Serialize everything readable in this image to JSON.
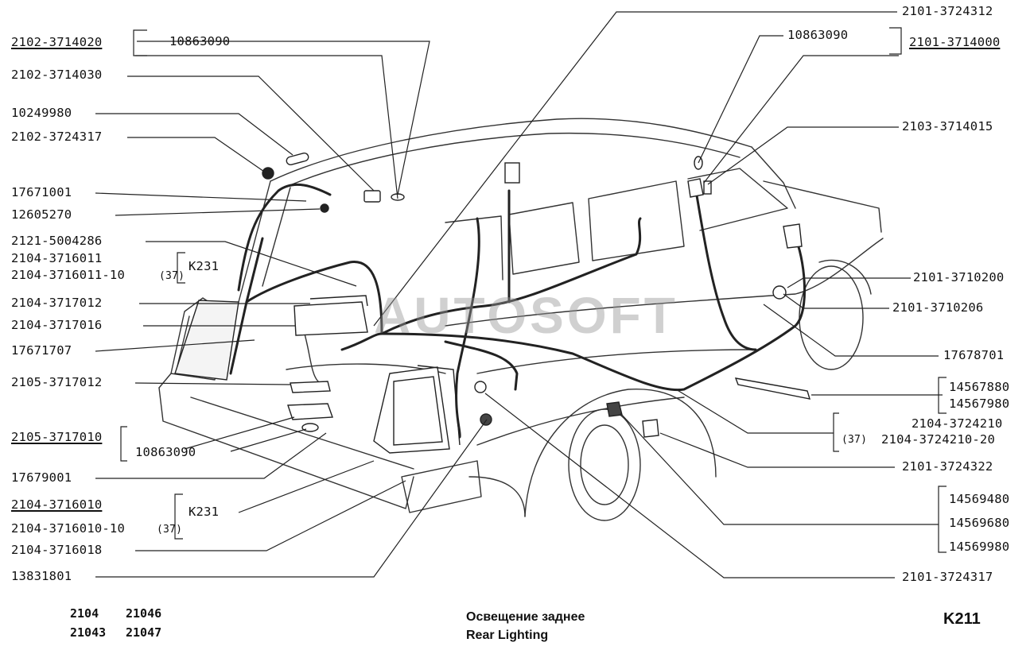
{
  "diagram": {
    "title_ru": "Освещение заднее",
    "title_en": "Rear Lighting",
    "page_code": "K211",
    "watermark": "AUTOSOFT",
    "models": [
      "2104",
      "21046",
      "21043",
      "21047"
    ],
    "group_tag": "K231",
    "variant_tag": "(37)",
    "left_labels": [
      {
        "text": "2102-3714020",
        "underlined": true
      },
      {
        "text": "10863090",
        "underlined": false
      },
      {
        "text": "2102-3714030",
        "underlined": false
      },
      {
        "text": "10249980",
        "underlined": false
      },
      {
        "text": "2102-3724317",
        "underlined": false
      },
      {
        "text": "17671001",
        "underlined": false
      },
      {
        "text": "12605270",
        "underlined": false
      },
      {
        "text": "2121-5004286",
        "underlined": false
      },
      {
        "text": "2104-3716011",
        "underlined": false
      },
      {
        "text": "2104-3716011-10",
        "underlined": false
      },
      {
        "text": "2104-3717012",
        "underlined": false
      },
      {
        "text": "2104-3717016",
        "underlined": false
      },
      {
        "text": "17671707",
        "underlined": false
      },
      {
        "text": "2105-3717012",
        "underlined": false
      },
      {
        "text": "2105-3717010",
        "underlined": true
      },
      {
        "text": "10863090",
        "underlined": false
      },
      {
        "text": "17679001",
        "underlined": false
      },
      {
        "text": "2104-3716010",
        "underlined": true
      },
      {
        "text": "2104-3716010-10",
        "underlined": false
      },
      {
        "text": "2104-3716018",
        "underlined": false
      },
      {
        "text": "13831801",
        "underlined": false
      }
    ],
    "right_labels": [
      {
        "text": "2101-3724312",
        "underlined": false
      },
      {
        "text": "10863090",
        "underlined": false
      },
      {
        "text": "2101-3714000",
        "underlined": true
      },
      {
        "text": "2103-3714015",
        "underlined": false
      },
      {
        "text": "2101-3710200",
        "underlined": false
      },
      {
        "text": "2101-3710206",
        "underlined": false
      },
      {
        "text": "17678701",
        "underlined": false
      },
      {
        "text": "14567880",
        "underlined": false
      },
      {
        "text": "14567980",
        "underlined": false
      },
      {
        "text": "2104-3724210",
        "underlined": false
      },
      {
        "text": "2104-3724210-20",
        "underlined": false
      },
      {
        "text": "2101-3724322",
        "underlined": false
      },
      {
        "text": "14569480",
        "underlined": false
      },
      {
        "text": "14569680",
        "underlined": false
      },
      {
        "text": "14569980",
        "underlined": false
      },
      {
        "text": "2101-3724317",
        "underlined": false
      }
    ]
  }
}
